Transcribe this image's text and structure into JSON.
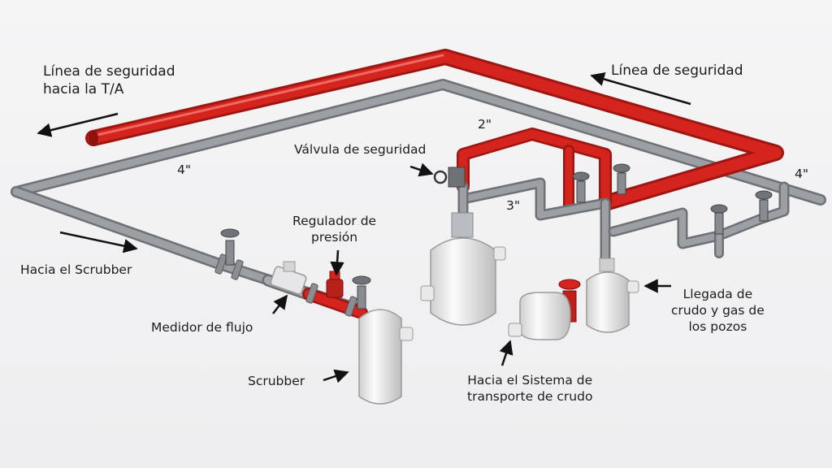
{
  "labels": {
    "safety_line_left": [
      "Línea de seguridad",
      "hacia la T/A"
    ],
    "safety_line_right": "Línea de seguridad",
    "pipe_2in": "2\"",
    "pipe_4in_left": "4\"",
    "pipe_4in_right": "4\"",
    "pipe_3in": "3\"",
    "safety_valve": "Válvula de seguridad",
    "pressure_regulator": [
      "Regulador de",
      "presión"
    ],
    "to_scrubber": "Hacia el Scrubber",
    "flow_meter": "Medidor de flujo",
    "scrubber": "Scrubber",
    "crude_inlet": [
      "Llegada de",
      "crudo y gas de",
      "los pozos"
    ],
    "to_transport": [
      "Hacia el Sistema de",
      "transporte de crudo"
    ]
  },
  "colors": {
    "safety_pipe": "#cc1f1a",
    "process_pipe": "#8e9296",
    "vessel": "#e2e2e2",
    "label_text": "#1c1c1c"
  },
  "icons": {
    "direction_arrow": "arrow-icon",
    "valve_handwheel": "handwheel-valve-icon",
    "vessel": "pressure-vessel-icon"
  }
}
